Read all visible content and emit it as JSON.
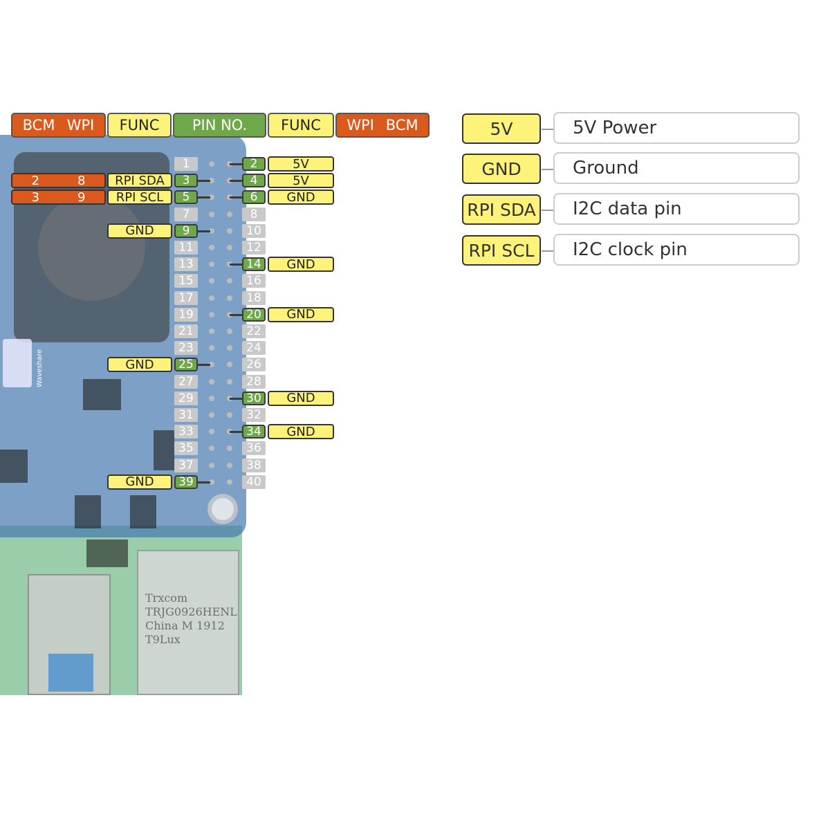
{
  "header": {
    "left_bcm": "BCM",
    "left_wpi": "WPI",
    "left_func": "FUNC",
    "pin_no": "PIN NO.",
    "right_func": "FUNC",
    "right_wpi": "WPI",
    "right_bcm": "BCM"
  },
  "board": {
    "brand": "Waveshare",
    "eth_lines": [
      "Trxcom",
      "TRJG0926HENL",
      "China M 1912",
      "T9Lux"
    ]
  },
  "pins_left": [
    "1",
    "3",
    "5",
    "7",
    "9",
    "11",
    "13",
    "15",
    "17",
    "19",
    "21",
    "23",
    "25",
    "27",
    "29",
    "31",
    "33",
    "35",
    "37",
    "39"
  ],
  "pins_right": [
    "2",
    "4",
    "6",
    "8",
    "10",
    "12",
    "14",
    "16",
    "18",
    "20",
    "22",
    "24",
    "26",
    "28",
    "30",
    "32",
    "34",
    "36",
    "38",
    "40"
  ],
  "active_left": [
    "3",
    "5",
    "9",
    "25",
    "39"
  ],
  "active_right": [
    "2",
    "4",
    "6",
    "14",
    "20",
    "30",
    "34"
  ],
  "func_left": [
    {
      "pin": "3",
      "label": "RPI SDA",
      "bcm": "2",
      "wpi": "8"
    },
    {
      "pin": "5",
      "label": "RPI SCL",
      "bcm": "3",
      "wpi": "9"
    },
    {
      "pin": "9",
      "label": "GND"
    },
    {
      "pin": "25",
      "label": "GND"
    },
    {
      "pin": "39",
      "label": "GND"
    }
  ],
  "func_right": [
    {
      "pin": "2",
      "label": "5V"
    },
    {
      "pin": "4",
      "label": "5V"
    },
    {
      "pin": "6",
      "label": "GND"
    },
    {
      "pin": "14",
      "label": "GND"
    },
    {
      "pin": "20",
      "label": "GND"
    },
    {
      "pin": "30",
      "label": "GND"
    },
    {
      "pin": "34",
      "label": "GND"
    }
  ],
  "legend": [
    {
      "key": "5V",
      "desc": "5V Power"
    },
    {
      "key": "GND",
      "desc": "Ground"
    },
    {
      "key": "RPI SDA",
      "desc": "I2C data pin"
    },
    {
      "key": "RPI SCL",
      "desc": "I2C clock pin"
    }
  ],
  "colors": {
    "orange": "#d95a1c",
    "yellow": "#fdf27a",
    "green": "#6fa84b",
    "gray": "#c9c9c9"
  }
}
